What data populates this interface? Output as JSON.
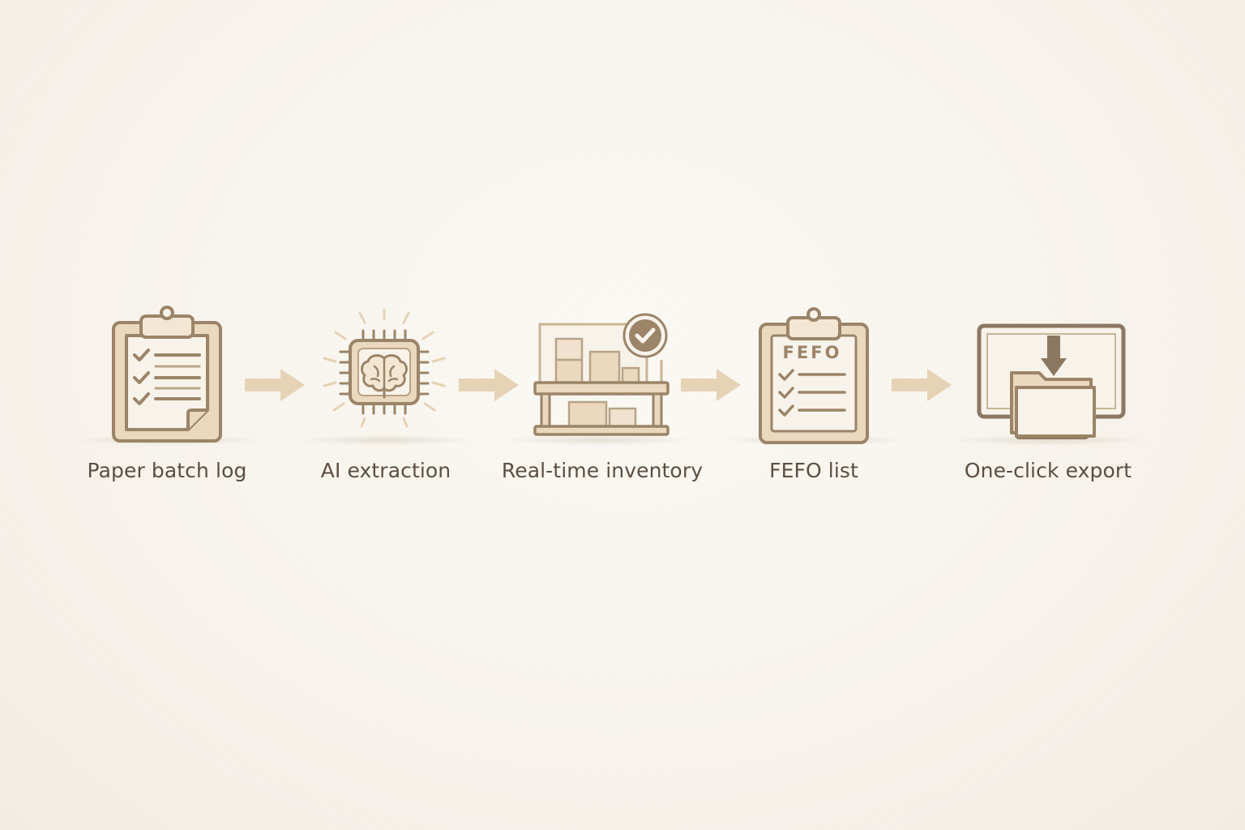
{
  "palette": {
    "stroke": "#9b8468",
    "fill_light": "#f8f3ea",
    "fill_tan": "#ead8bf",
    "arrow": "#e6d2b5",
    "label_text": "#5b4e42"
  },
  "steps": [
    {
      "label": "Paper batch log",
      "icon": "clipboard-checklist-icon"
    },
    {
      "label": "AI extraction",
      "icon": "ai-chip-brain-icon"
    },
    {
      "label": "Real-time inventory",
      "icon": "inventory-shelf-icon"
    },
    {
      "label": "FEFO list",
      "icon": "fefo-clipboard-icon",
      "icon_text": "FEFO"
    },
    {
      "label": "One-click export",
      "icon": "monitor-download-icon"
    }
  ]
}
